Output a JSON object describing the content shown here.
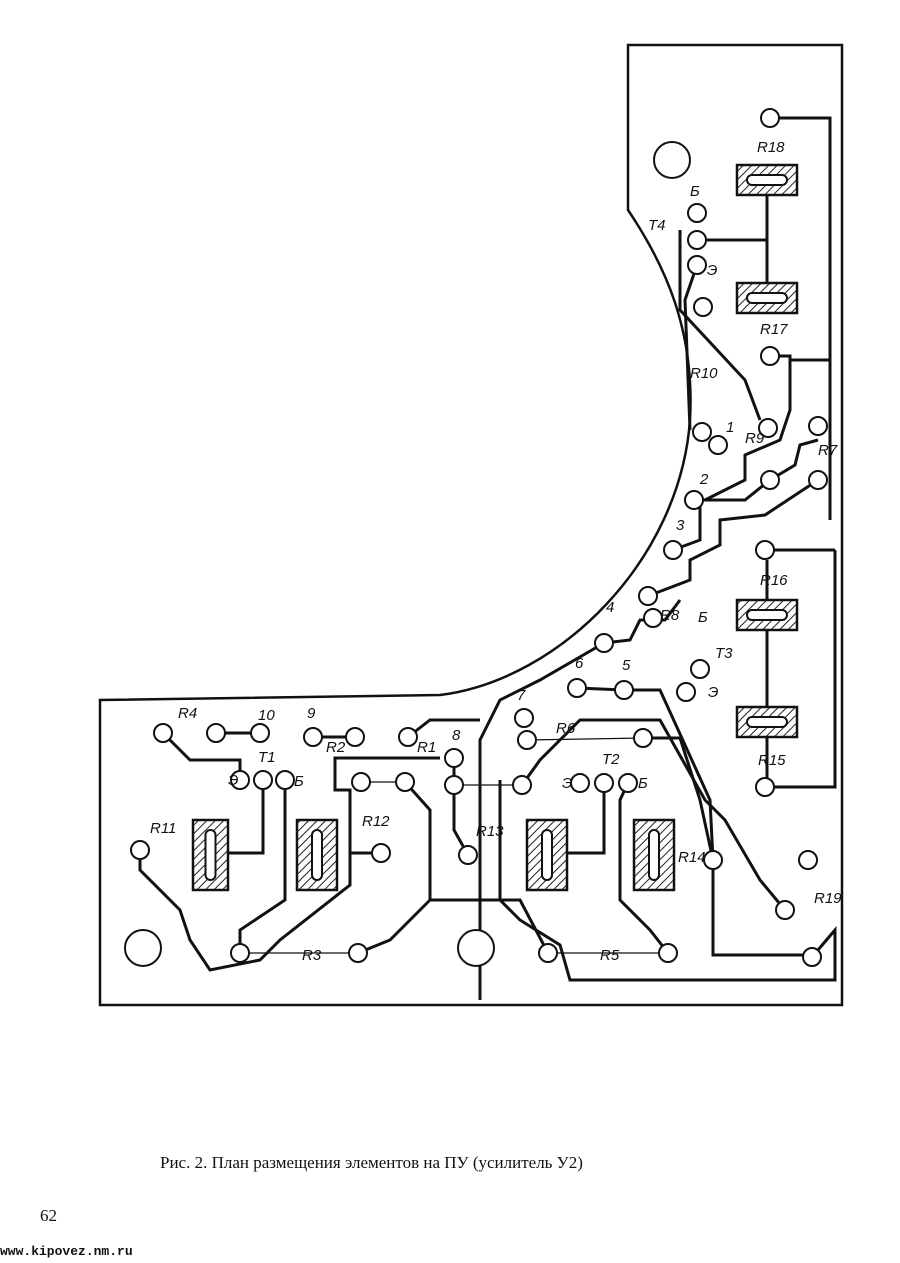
{
  "figure": {
    "caption": "Рис. 2. План размещения элементов на ПУ (усилитель У2)",
    "labels": {
      "R1": "R1",
      "R2": "R2",
      "R3": "R3",
      "R4": "R4",
      "R5": "R5",
      "R6": "R6",
      "R7": "R7",
      "R8": "R8",
      "R9": "R9",
      "R10": "R10",
      "R11": "R11",
      "R12": "R12",
      "R13": "R13",
      "R14": "R14",
      "R15": "R15",
      "R16": "R16",
      "R17": "R17",
      "R18": "R18",
      "R19": "R19",
      "T1": "T1",
      "T2": "T2",
      "T3": "T3",
      "T4": "T4",
      "B": "Б",
      "E": "Э",
      "n1": "1",
      "n2": "2",
      "n3": "3",
      "n4": "4",
      "n5": "5",
      "n6": "6",
      "n7": "7",
      "n8": "8",
      "n9": "9",
      "n10": "10"
    }
  },
  "page": {
    "number": "62",
    "url": "www.kipovez.nm.ru"
  }
}
